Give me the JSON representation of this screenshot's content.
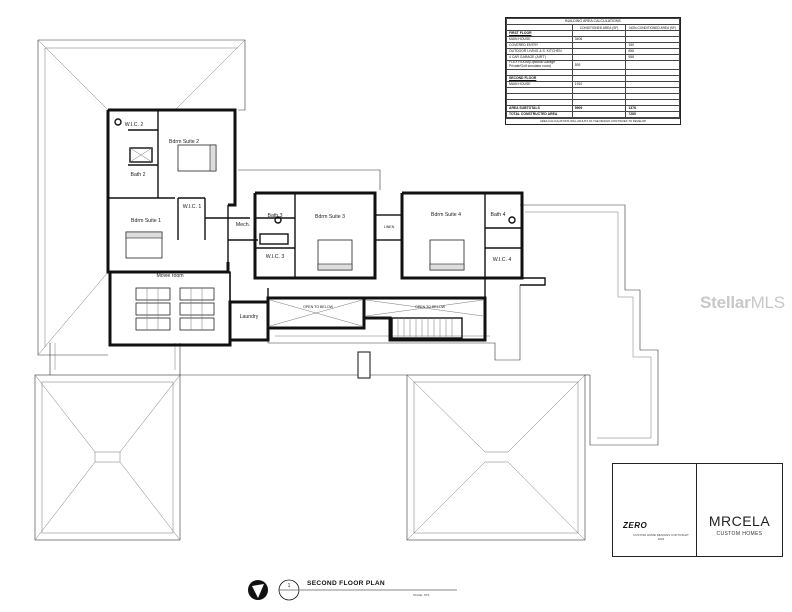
{
  "calc_table": {
    "title": "BUILDING AREA CALCULATIONS",
    "col_conditioned": "CONDITIONED AREA (SF)",
    "col_nonconditioned": "NON-CONDITIONED AREA (SF)",
    "first_floor_label": "FIRST FLOOR",
    "first_floor_rows": [
      {
        "label": "MAIN HOUSE",
        "cond": "3406",
        "noncond": ""
      },
      {
        "label": "COVERED ENTRY",
        "cond": "",
        "noncond": "150"
      },
      {
        "label": "OUTDOOR LIVING & S. KITCHEN",
        "cond": "",
        "noncond": "856"
      },
      {
        "label": "4 CAR GARAGE (AIR'T)",
        "cond": "",
        "noncond": "958"
      },
      {
        "label": "FLEX ROOM(Optional Garage Private/Golf simulator room)",
        "cond": "593",
        "noncond": ""
      }
    ],
    "second_floor_label": "SECOND FLOOR",
    "second_floor_rows": [
      {
        "label": "MAIN HOUSE",
        "cond": "1910",
        "noncond": ""
      }
    ],
    "subtotal_label": "AREA SUBTOTALS",
    "subtotal_cond": "5909",
    "subtotal_noncond": "1376",
    "total_label": "TOTAL CONSTRUCTED AREA",
    "total_value": "7285",
    "note": "AREA CALCULATIONS WILL ADJUST AS THE DESIGN CONTINUES TO DEVELOP"
  },
  "rooms": {
    "wic2": "W.I.C. 2",
    "bdrm_suite2": "Bdrm Suite 2",
    "bath2": "Bath 2",
    "bdrm_suite1": "Bdrm Suite 1",
    "wic1": "W.I.C. 1",
    "mech": "Mech.",
    "movie_room": "Movie room",
    "laundry": "Laundry",
    "bath3": "Bath 3",
    "bdrm_suite3": "Bdrm Suite 3",
    "wic3": "W.I.C. 3",
    "linen": "LINEN",
    "bdrm_suite4": "Bdrm Suite 4",
    "bath4": "Bath 4",
    "wic4": "W.I.C. 4",
    "open_to_below_1": "OPEN TO BELOW",
    "open_to_below_2": "OPEN TO BELOW"
  },
  "logos": {
    "zero_word": "ZERO",
    "zero_sub": "CUSTOM HOME DESIGNS COPYRIGHT 2024",
    "mrcela_word": "MRCELA",
    "mrcela_sub": "CUSTOM HOMES"
  },
  "watermark": {
    "bold": "Stellar",
    "light": "MLS"
  },
  "title_block": {
    "number": "1",
    "title": "SECOND FLOOR PLAN",
    "scale": "SCALE: NTS"
  }
}
